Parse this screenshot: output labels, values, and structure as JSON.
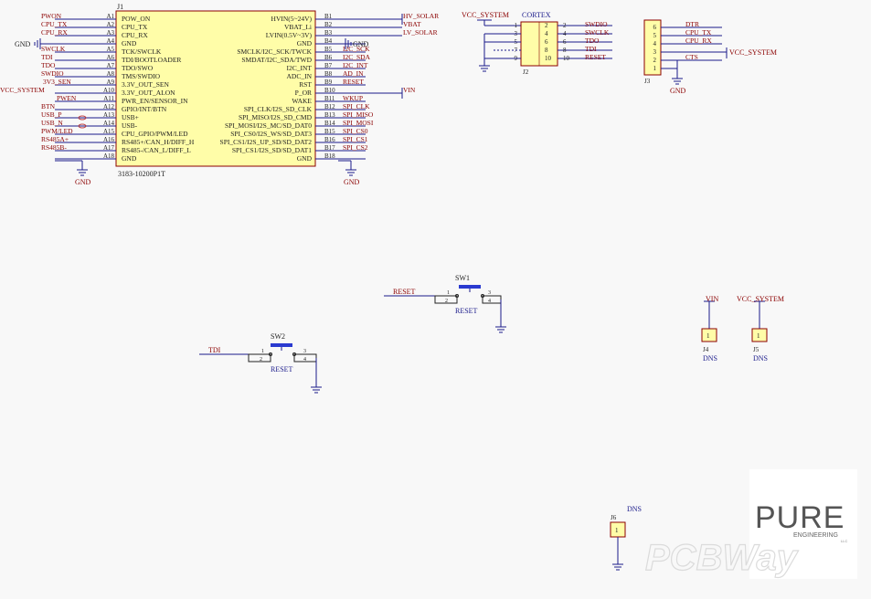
{
  "colors": {
    "wire": "#1a1a8a",
    "net_label": "#8b0000",
    "part_body": "#fffda8",
    "part_outline": "#8b0000",
    "pin_text": "#222222",
    "ref_text": "#222222",
    "designator": "#1a1a8a",
    "power": "#1a1a8a"
  },
  "j1": {
    "ref": "J1",
    "part": "3183-10200P1T",
    "left_pins": [
      {
        "num": "A1",
        "name": "POW_ON",
        "net": "PWON"
      },
      {
        "num": "A2",
        "name": "CPU_TX",
        "net": "CPU_TX"
      },
      {
        "num": "A3",
        "name": "CPU_RX",
        "net": "CPU_RX"
      },
      {
        "num": "A4",
        "name": "GND",
        "net": ""
      },
      {
        "num": "A5",
        "name": "TCK/SWCLK",
        "net": "SWCLK"
      },
      {
        "num": "A6",
        "name": "TDI/BOOTLOADER",
        "net": "TDI"
      },
      {
        "num": "A7",
        "name": "TDO/SWO",
        "net": "TDO"
      },
      {
        "num": "A8",
        "name": "TMS/SWDIO",
        "net": "SWDIO"
      },
      {
        "num": "A9",
        "name": "3.3V_OUT_SEN",
        "net": "3V3_SEN"
      },
      {
        "num": "A10",
        "name": "3.3V_OUT_ALON",
        "net": "VCC_SYSTEM"
      },
      {
        "num": "A11",
        "name": "PWR_EN/SENSOR_IN",
        "net": "PWEN"
      },
      {
        "num": "A12",
        "name": "GPIO/INT/BTN",
        "net": "BTN"
      },
      {
        "num": "A13",
        "name": "USB+",
        "net": "USB_P"
      },
      {
        "num": "A14",
        "name": "USB-",
        "net": "USB_N"
      },
      {
        "num": "A15",
        "name": "CPU_GPIO/PWM/LED",
        "net": "PWM/LED"
      },
      {
        "num": "A16",
        "name": "RS485+/CAN_H/DIFF_H",
        "net": "RS485A+"
      },
      {
        "num": "A17",
        "name": "RS485-/CAN_L/DIFF_L",
        "net": "RS485B-"
      },
      {
        "num": "A18",
        "name": "GND",
        "net": ""
      }
    ],
    "right_pins": [
      {
        "num": "B1",
        "name": "HVIN(5~24V)",
        "net": "HV_SOLAR"
      },
      {
        "num": "B2",
        "name": "VBAT_Li",
        "net": "VBAT"
      },
      {
        "num": "B3",
        "name": "LVIN(0.5V~3V)",
        "net": "LV_SOLAR"
      },
      {
        "num": "B4",
        "name": "GND",
        "net": ""
      },
      {
        "num": "B5",
        "name": "SMCLK/I2C_SCK/TWCK",
        "net": "I2C_SCK"
      },
      {
        "num": "B6",
        "name": "SMDAT/I2C_SDA/TWD",
        "net": "I2C_SDA"
      },
      {
        "num": "B7",
        "name": "I2C_INT",
        "net": "I2C_INT"
      },
      {
        "num": "B8",
        "name": "ADC_IN",
        "net": "AD_IN"
      },
      {
        "num": "B9",
        "name": "RST",
        "net": "RESET"
      },
      {
        "num": "B10",
        "name": "P_OR",
        "net": "VIN"
      },
      {
        "num": "B11",
        "name": "WAKE",
        "net": "WKUP"
      },
      {
        "num": "B12",
        "name": "SPI_CLK/I2S_SD_CLK",
        "net": "SPI_CLK"
      },
      {
        "num": "B13",
        "name": "SPI_MISO/I2S_SD_CMD",
        "net": "SPI_MISO"
      },
      {
        "num": "B14",
        "name": "SPI_MOSI/I2S_MC/SD_DAT0",
        "net": "SPI_MOSI"
      },
      {
        "num": "B15",
        "name": "SPI_CS0/I2S_WS/SD_DAT3",
        "net": "SPI_CS0"
      },
      {
        "num": "B16",
        "name": "SPI_CS1/I2S_UP_SD/SD_DAT2",
        "net": "SPI_CS1"
      },
      {
        "num": "B17",
        "name": "SPI_CS1/I2S_SD/SD_DAT1",
        "net": "SPI_CS2"
      },
      {
        "num": "B18",
        "name": "GND",
        "net": ""
      }
    ]
  },
  "labels": {
    "gnd": "GND",
    "vcc_system": "VCC_SYSTEM",
    "vin": "VIN",
    "reset": "RESET",
    "tdi": "TDI",
    "dns": "DNS",
    "cortex": "CORTEX"
  },
  "j2": {
    "ref": "J2",
    "title": "CORTEX",
    "pins": [
      {
        "l": "1",
        "r": "2",
        "lnet": "",
        "rnet": "SWDIO"
      },
      {
        "l": "3",
        "r": "4",
        "lnet": "",
        "rnet": "SWCLK"
      },
      {
        "l": "5",
        "r": "6",
        "lnet": "",
        "rnet": "TDO"
      },
      {
        "l": "7",
        "r": "8",
        "lnet": "",
        "rnet": "TDI"
      },
      {
        "l": "9",
        "r": "10",
        "lnet": "",
        "rnet": "RESET"
      }
    ]
  },
  "j3": {
    "ref": "J3",
    "pins": [
      {
        "num": "6",
        "net": "DTR"
      },
      {
        "num": "5",
        "net": "CPU_TX"
      },
      {
        "num": "4",
        "net": "CPU_RX"
      },
      {
        "num": "3",
        "net": ""
      },
      {
        "num": "2",
        "net": "CTS"
      },
      {
        "num": "1",
        "net": ""
      }
    ]
  },
  "sw1": {
    "ref": "SW1",
    "value": "RESET",
    "net": "RESET",
    "pins": [
      "1",
      "2",
      "3",
      "4"
    ]
  },
  "sw2": {
    "ref": "SW2",
    "value": "RESET",
    "net": "TDI",
    "pins": [
      "1",
      "2",
      "3",
      "4"
    ]
  },
  "j4": {
    "ref": "J4",
    "value": "DNS",
    "net": "VIN"
  },
  "j5": {
    "ref": "J5",
    "value": "DNS",
    "net": "VCC_SYSTEM"
  },
  "j6": {
    "ref": "J6",
    "value": "DNS"
  },
  "logo": {
    "line1": "PURE",
    "line2": "ENGINEERING",
    "line3": "LLC",
    "watermark": "PCBWay"
  }
}
